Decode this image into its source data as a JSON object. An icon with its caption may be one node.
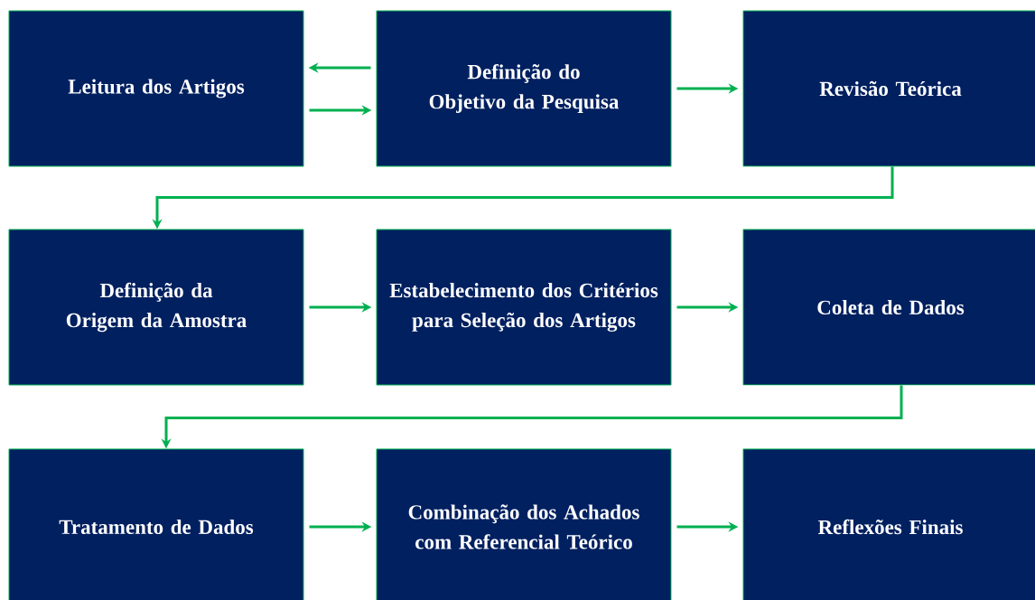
{
  "diagram": {
    "nodes": [
      {
        "text": [
          "Leitura dos Artigos"
        ]
      },
      {
        "text": [
          "Definição do Objetivo da Pesquisa"
        ]
      },
      {
        "text": [
          "Revisão Teórica"
        ]
      },
      {
        "text": [
          "Definição da Origem da Amostra"
        ]
      },
      {
        "text": [
          "Estabelecimento dos Critérios para Seleção dos Artigos"
        ]
      },
      {
        "text": [
          "Coleta de Dados"
        ]
      },
      {
        "text": [
          "Tratamento de Dados"
        ]
      },
      {
        "text": [
          "Combinação dos Achados com Referencial Teórico"
        ]
      },
      {
        "text": [
          "Reflexões Finais"
        ]
      }
    ],
    "edges": [
      {
        "from": 1,
        "to": 0,
        "arrow": "to"
      },
      {
        "from": 0,
        "to": 1,
        "arrow": "to"
      },
      {
        "from": 1,
        "to": 2,
        "arrow": "to"
      },
      {
        "from": 2,
        "to": 3,
        "arrow": "to"
      },
      {
        "from": 3,
        "to": 4,
        "arrow": "to"
      },
      {
        "from": 4,
        "to": 5,
        "arrow": "to"
      },
      {
        "from": 5,
        "to": 6,
        "arrow": "to"
      },
      {
        "from": 6,
        "to": 7,
        "arrow": "to"
      },
      {
        "from": 7,
        "to": 8,
        "arrow": "to"
      }
    ]
  }
}
